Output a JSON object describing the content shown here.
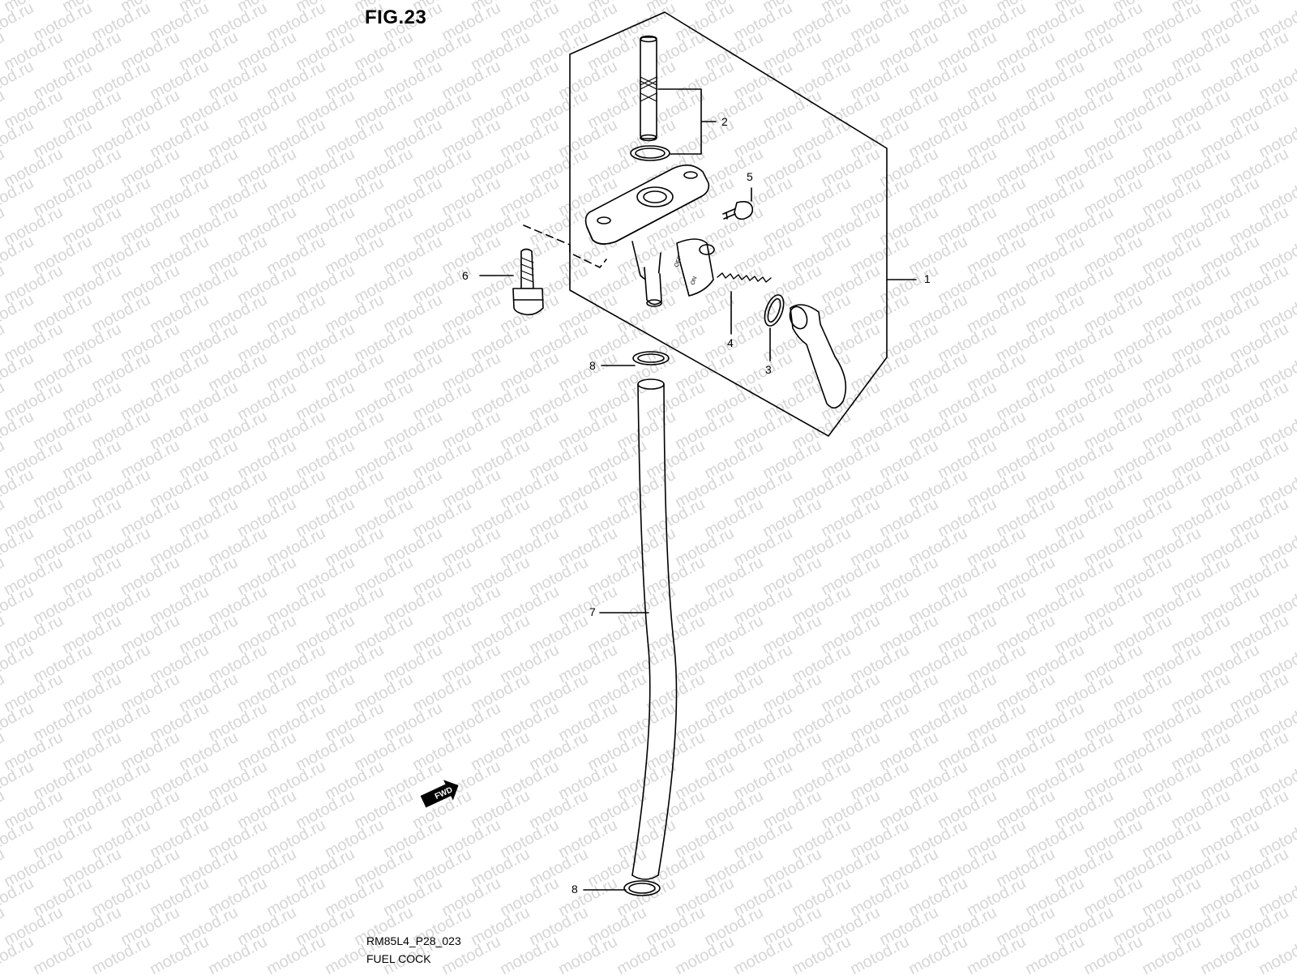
{
  "figure": {
    "title": "FIG.23",
    "code": "RM85L4_P28_023",
    "name": "FUEL COCK"
  },
  "watermark": "motod.ru",
  "fwd_label": "FWD",
  "cock_labels": {
    "off": "OFF",
    "on": "ON"
  },
  "callouts": [
    "1",
    "2",
    "3",
    "4",
    "5",
    "6",
    "7",
    "8",
    "8"
  ]
}
